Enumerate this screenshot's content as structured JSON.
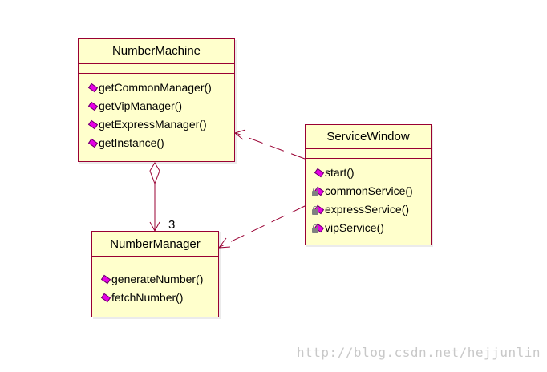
{
  "classes": {
    "number_machine": {
      "name": "NumberMachine",
      "operations": [
        "getCommonManager()",
        "getVipManager()",
        "getExpressManager()",
        "getInstance()"
      ]
    },
    "service_window": {
      "name": "ServiceWindow",
      "operations": [
        "start()",
        "commonService()",
        "expressService()",
        "vipService()"
      ]
    },
    "number_manager": {
      "name": "NumberManager",
      "operations": [
        "generateNumber()",
        "fetchNumber()"
      ]
    }
  },
  "association": {
    "multiplicity": "3"
  },
  "colors": {
    "class_fill": "#ffffcc",
    "class_border": "#990033",
    "line": "#990033",
    "operation_icon": "#e600e6"
  },
  "watermark": "http://blog.csdn.net/hejjunlin"
}
